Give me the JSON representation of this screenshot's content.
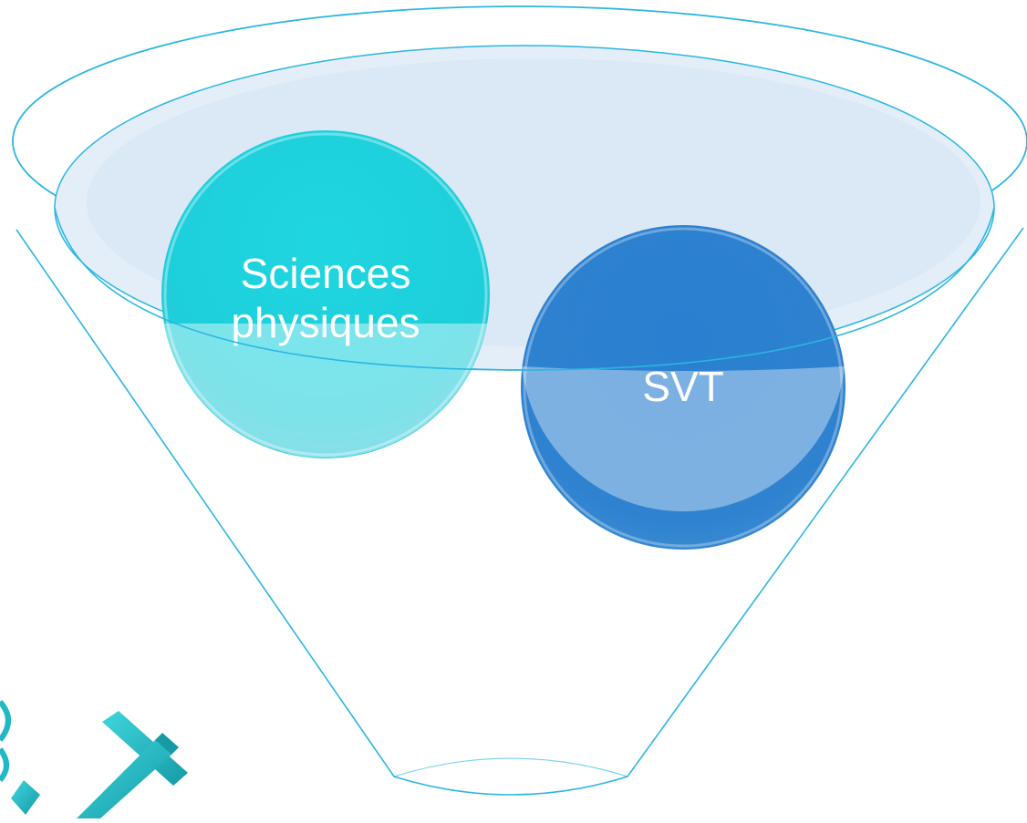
{
  "diagram": {
    "circles": [
      {
        "id": "sciences",
        "lines": [
          "Sciences",
          "physiques"
        ]
      },
      {
        "id": "svt",
        "lines": [
          "SVT"
        ]
      }
    ]
  },
  "colors": {
    "funnel_outline": "#29b5e3",
    "rim_fill": "#dbe9f6",
    "circle_sciences": "#21d1dc",
    "circle_svt": "#2c7fcf",
    "arrow": "#1fbfc8"
  }
}
